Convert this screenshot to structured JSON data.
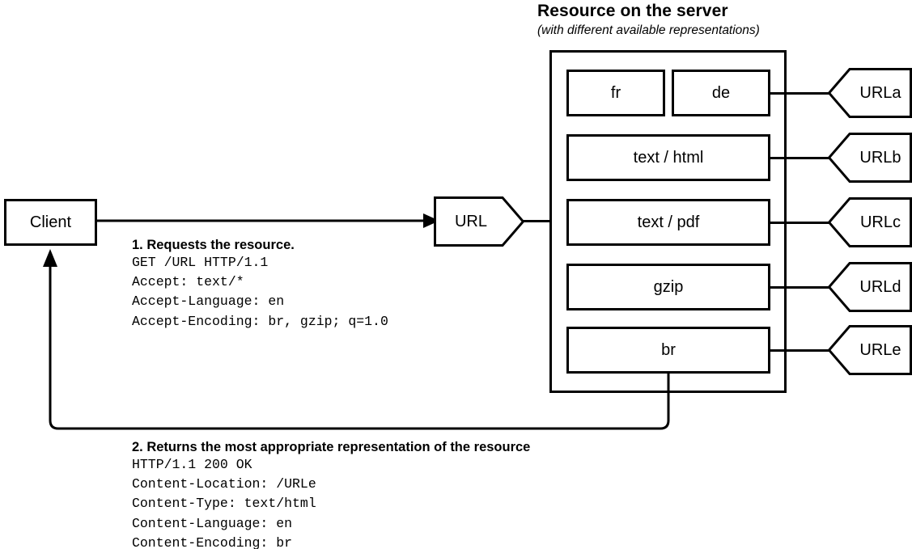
{
  "diagram": {
    "server": {
      "title": "Resource on the server",
      "subtitle": "(with different available representations)"
    },
    "client": {
      "label": "Client"
    },
    "url_request": {
      "label": "URL"
    },
    "representations": [
      {
        "id": "lang-fr",
        "label": "fr"
      },
      {
        "id": "lang-de",
        "label": "de"
      },
      {
        "id": "type-html",
        "label": "text / html"
      },
      {
        "id": "type-pdf",
        "label": "text / pdf"
      },
      {
        "id": "encoding-gzip",
        "label": "gzip"
      },
      {
        "id": "encoding-br",
        "label": "br"
      }
    ],
    "url_variants": [
      {
        "id": "urla",
        "label": "URLa"
      },
      {
        "id": "urlb",
        "label": "URLb"
      },
      {
        "id": "urlc",
        "label": "URLc"
      },
      {
        "id": "urld",
        "label": "URLd"
      },
      {
        "id": "urle",
        "label": "URLe"
      }
    ],
    "request_note": {
      "title": "1. Requests the resource.",
      "lines": [
        "GET /URL HTTP/1.1",
        "Accept: text/*",
        "Accept-Language: en",
        "Accept-Encoding: br, gzip; q=1.0"
      ]
    },
    "response_note": {
      "title": "2. Returns the most appropriate representation of the resource",
      "lines": [
        "HTTP/1.1 200 OK",
        "Content-Location: /URLe",
        "Content-Type: text/html",
        "Content-Language: en",
        "Content-Encoding: br"
      ]
    },
    "colors": {
      "stroke": "#000000",
      "background": "#ffffff"
    }
  }
}
